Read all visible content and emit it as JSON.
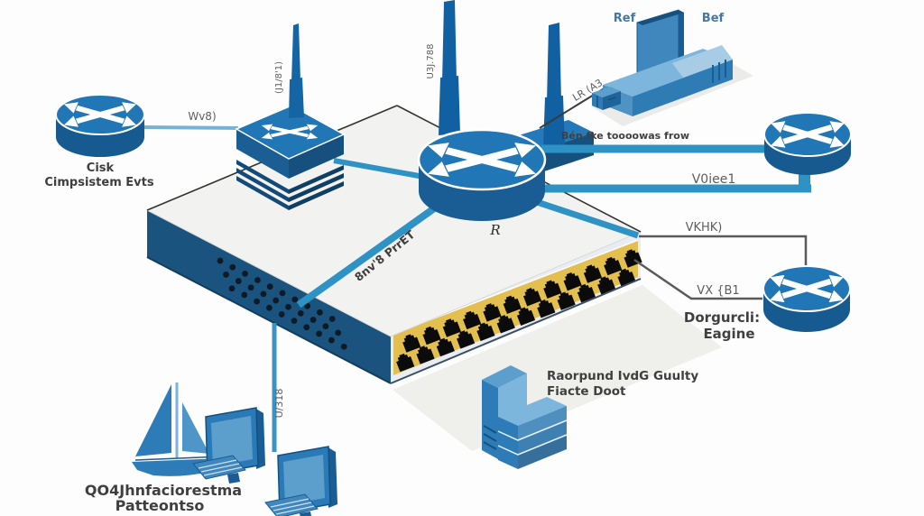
{
  "diagram": {
    "labels": {
      "link_left": "Wv8)",
      "left_router_1": "Cisk",
      "left_router_2": "Cimpsistem Evts",
      "antenna_left": "(J1/8'1)",
      "antenna_center": "U3J.788",
      "ap_left": "Ref",
      "ap_right": "Bef",
      "ap_link": "LR (A3",
      "wan_top": "Bén fke toooowas frow",
      "wan_bottom": "V0iee1",
      "core_router": "R",
      "switch_top": "8nv'8 PrrET",
      "branch_top": "VKHK)",
      "branch_bottom": "VX {B1",
      "engine_1": "Dorgurcli:",
      "engine_2": "Eagine",
      "server_1": "Raorpund IvdG Guulty",
      "server_2": "Fiacte Doot",
      "access_link": "U/318",
      "bottom_1": "QO4Jhnfaciorestma",
      "bottom_2": "Patteontso"
    },
    "colors": {
      "device_blue": "#2176b5",
      "device_blue_dark": "#1a5c94",
      "link_teal": "#2e93c4",
      "link_gray": "#5a5a5a",
      "port_yellow": "#e2bf4e",
      "chassis_top": "#f2f2f0",
      "chassis_side": "#1a547e",
      "label_blue": "#4377a6"
    }
  }
}
